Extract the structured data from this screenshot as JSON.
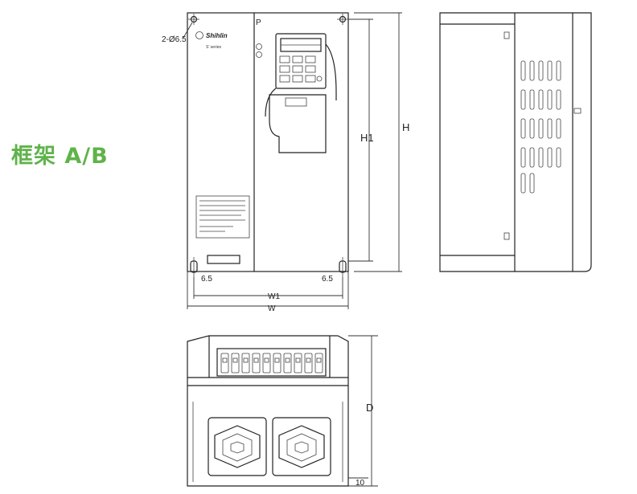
{
  "title": "框架 A/B",
  "title_color": "#5fb34a",
  "front_view": {
    "hole_label": "2-Ø6.5",
    "brand": "Shihlin",
    "series": "S’ series",
    "height_outer": "H",
    "height_inner": "H1",
    "margin_left": "6.5",
    "margin_right": "6.5",
    "width_inner": "W1",
    "width_outer": "W"
  },
  "bottom_view": {
    "depth": "D",
    "foot": "10"
  },
  "colors": {
    "line": "#222222",
    "background": "#ffffff"
  }
}
